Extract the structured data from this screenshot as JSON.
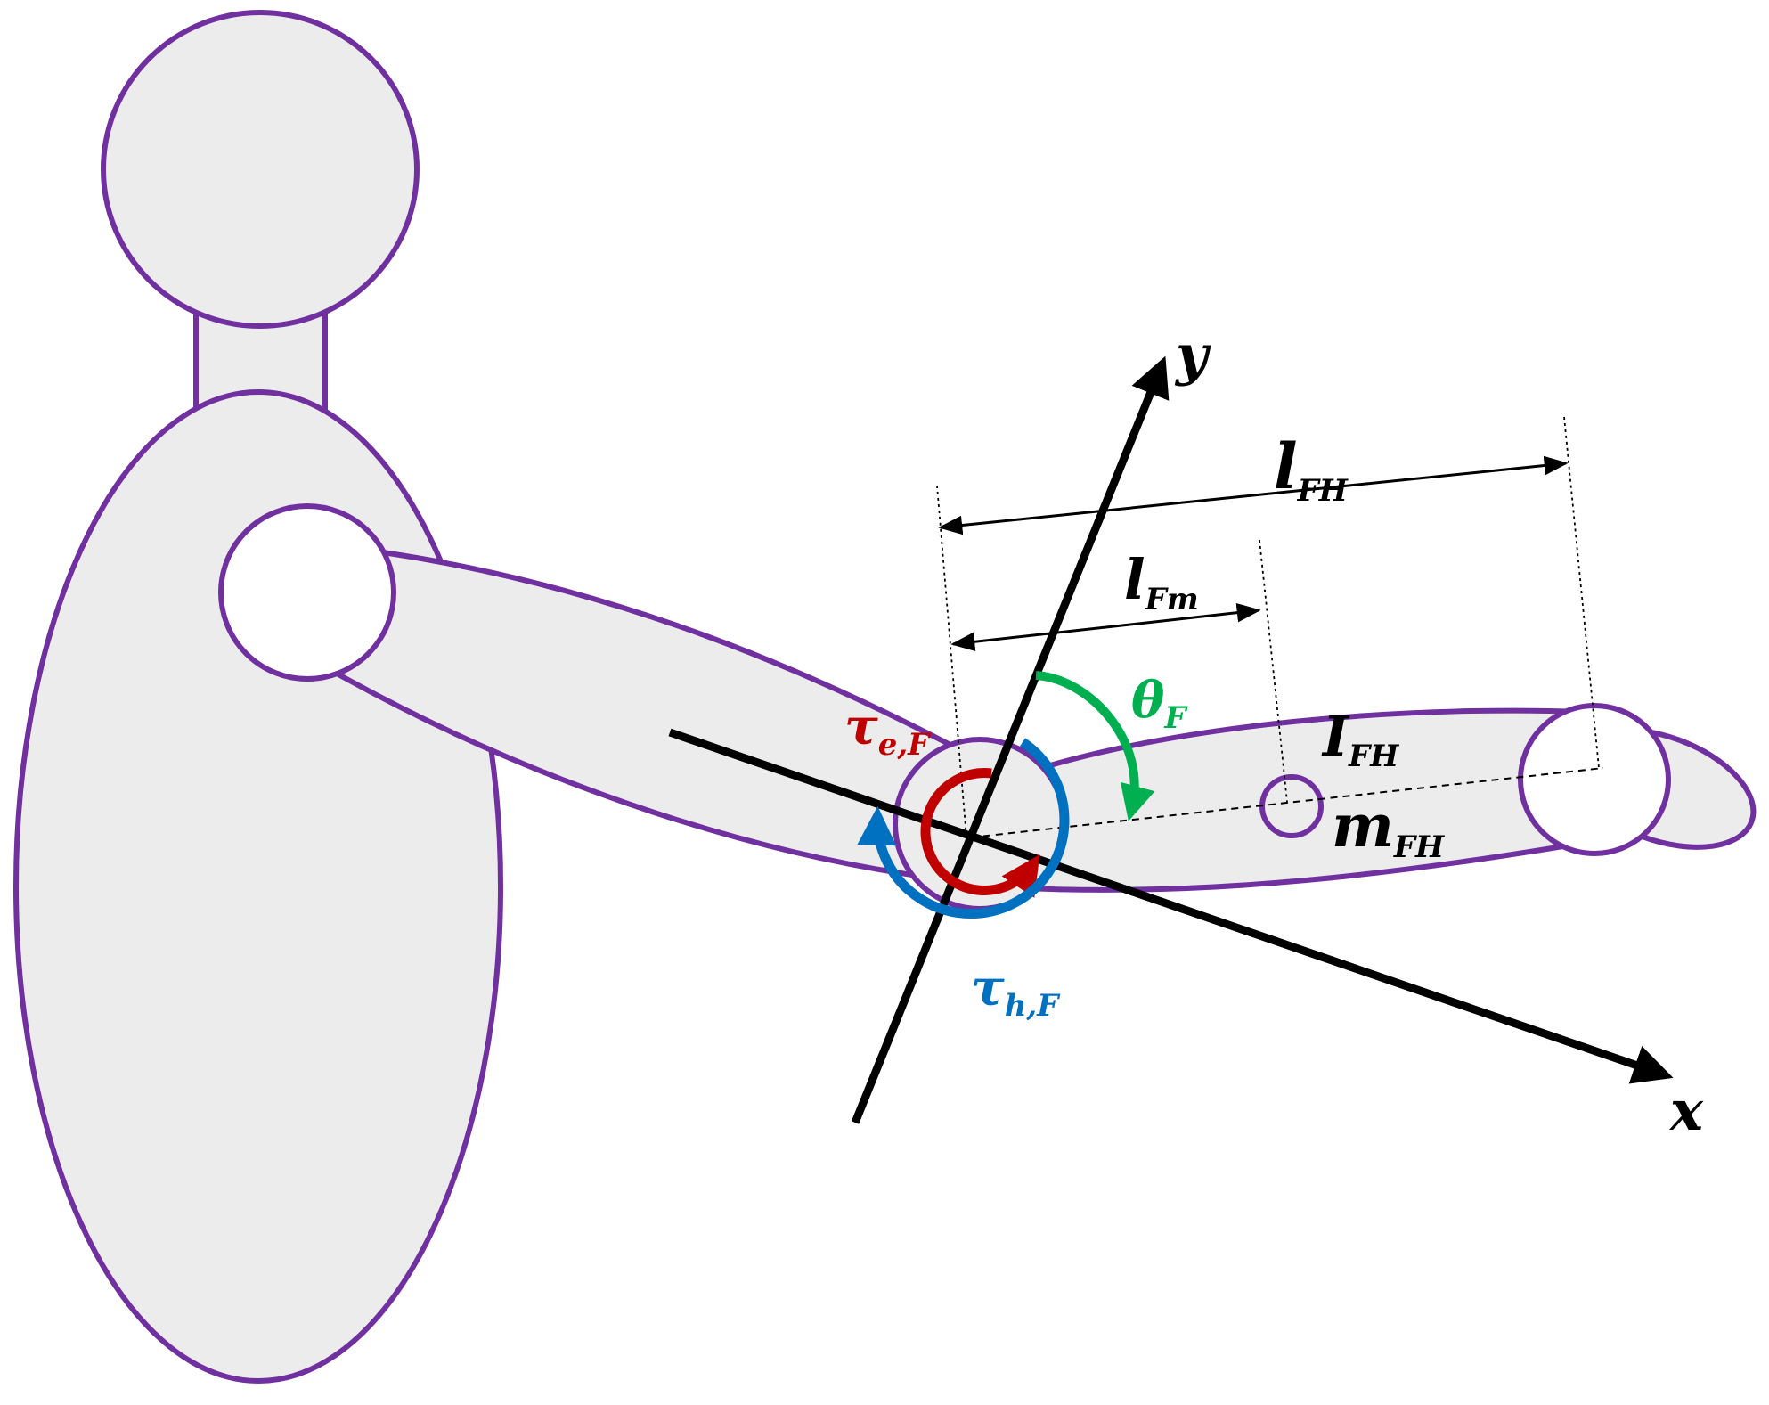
{
  "colors": {
    "outline": "#7030a0",
    "fill": "#ececec",
    "axis": "#000000",
    "tau_e": "#c00000",
    "tau_h": "#0070c0",
    "theta": "#00b050"
  },
  "labels": {
    "y_axis": "y",
    "x_axis": "x",
    "l_FH": {
      "main": "l",
      "sub": "FH"
    },
    "l_Fm": {
      "main": "l",
      "sub": "Fm"
    },
    "theta_F": {
      "main": "θ",
      "sub": "F"
    },
    "I_FH": {
      "main": "I",
      "sub": "FH"
    },
    "m_FH": {
      "main": "m",
      "sub": "FH"
    },
    "tau_eF": {
      "main": "τ",
      "sub": "e,F"
    },
    "tau_hF": {
      "main": "τ",
      "sub": "h,F"
    }
  },
  "icons": {
    "torque_e": "clockwise-arc-arrow",
    "torque_h": "counterclockwise-arc-arrow",
    "angle": "angle-arc-arrow"
  }
}
